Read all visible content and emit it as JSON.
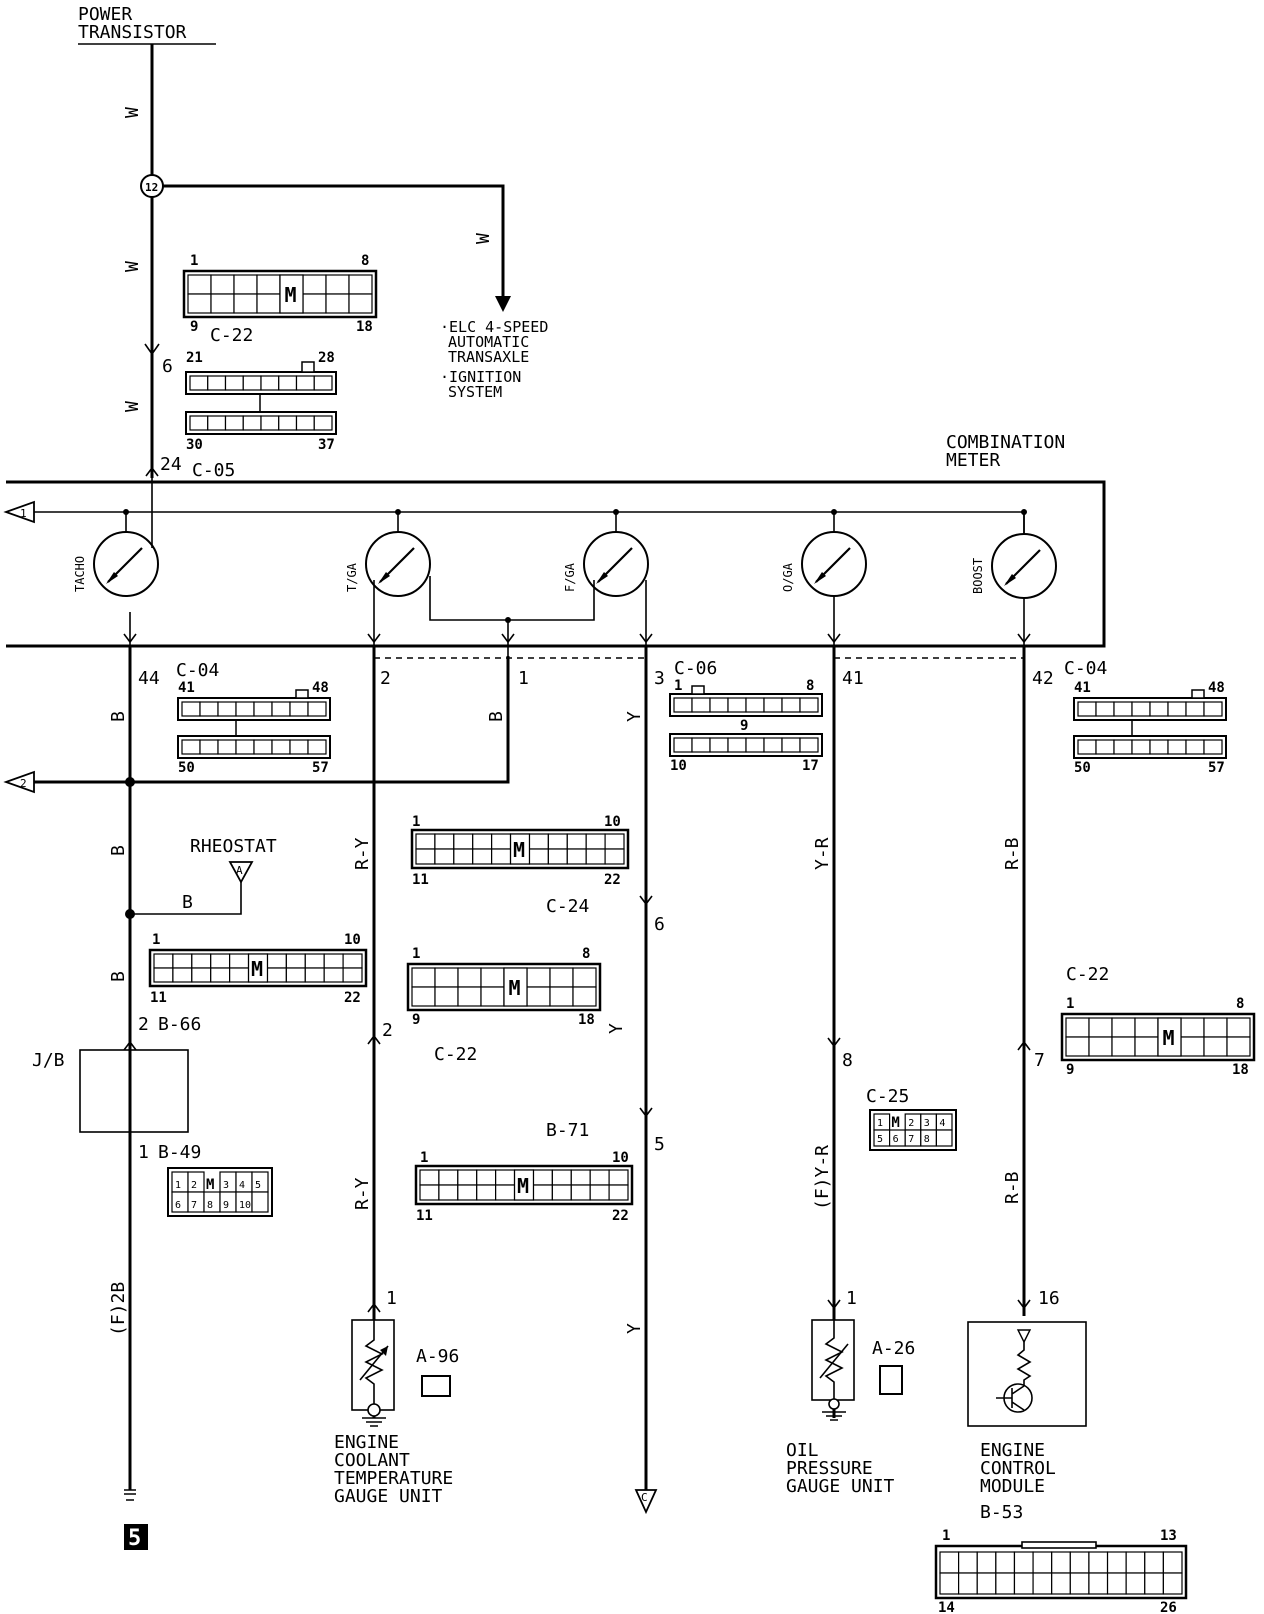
{
  "sources": {
    "power_transistor": [
      "POWER",
      "TRANSISTOR"
    ],
    "combination_meter": [
      "COMBINATION",
      "METER"
    ]
  },
  "splice": "12",
  "elc_notes": [
    "·ELC 4-SPEED",
    "AUTOMATIC",
    "TRANSAXLE",
    "·IGNITION",
    "SYSTEM"
  ],
  "gauges": [
    {
      "key": "tacho",
      "label": "TACHO"
    },
    {
      "key": "tga",
      "label": "T/GA"
    },
    {
      "key": "fga",
      "label": "F/GA"
    },
    {
      "key": "oga",
      "label": "O/GA"
    },
    {
      "key": "boost",
      "label": "BOOST"
    }
  ],
  "offpage": {
    "top_left": "1",
    "mid_left": "2",
    "rheostat": "A",
    "bottom": "C"
  },
  "wire_colors": {
    "w": "W",
    "b": "B",
    "y": "Y",
    "ry": "R-Y",
    "yr": "Y-R",
    "rb": "R-B",
    "f2b": "(F)2B",
    "fyr": "(F)Y-R"
  },
  "pins": {
    "p6": "6",
    "p24": "24",
    "p44": "44",
    "p2": "2",
    "p1": "1",
    "p3": "3",
    "p41": "41",
    "p42": "42",
    "p6b": "6",
    "p2b": "2",
    "p8": "8",
    "p7": "7",
    "p5": "5",
    "p1a": "1",
    "p1b": "1",
    "p16": "16",
    "p2c": "2",
    "p1c": "1"
  },
  "connector_ids": {
    "c05": "C-05",
    "c04a": "C-04",
    "c06": "C-06",
    "c04b": "C-04",
    "c22a": "C-22",
    "c24": "C-24",
    "c22b": "C-22",
    "c22c": "C-22",
    "c25": "C-25",
    "b66": "B-66",
    "b49": "B-49",
    "b71": "B-71",
    "a96": "A-96",
    "a26": "A-26",
    "b53": "B-53"
  },
  "connector_pins": {
    "c22top": [
      "1",
      "8",
      "9",
      "18"
    ],
    "c05": [
      "21",
      "28",
      "30",
      "37"
    ],
    "c04a": [
      "41",
      "48",
      "50",
      "57"
    ],
    "c06": [
      "1",
      "8",
      "9",
      "10",
      "17"
    ],
    "c04b": [
      "41",
      "48",
      "50",
      "57"
    ],
    "c24": [
      "1",
      "10",
      "11",
      "22"
    ],
    "c22b": [
      "1",
      "8",
      "9",
      "18"
    ],
    "b66": [
      "1",
      "10",
      "11",
      "22"
    ],
    "c22c": [
      "1",
      "8",
      "9",
      "18"
    ],
    "b71": [
      "1",
      "10",
      "11",
      "22"
    ],
    "b53": [
      "1",
      "13",
      "14",
      "26"
    ],
    "c25": [
      "1",
      "2",
      "3",
      "4",
      "5",
      "6",
      "7",
      "8"
    ],
    "b49": [
      "1",
      "2",
      "3",
      "4",
      "5",
      "6",
      "7",
      "8",
      "9",
      "10"
    ]
  },
  "components": {
    "rheostat": "RHEOSTAT",
    "jb": "J/B",
    "ect": [
      "ENGINE",
      "COOLANT",
      "TEMPERATURE",
      "GAUGE UNIT"
    ],
    "oil": [
      "OIL",
      "PRESSURE",
      "GAUGE UNIT"
    ],
    "ecm": [
      "ENGINE",
      "CONTROL",
      "MODULE"
    ]
  },
  "ground_point": "5",
  "connector_marks": {
    "m": "M"
  }
}
